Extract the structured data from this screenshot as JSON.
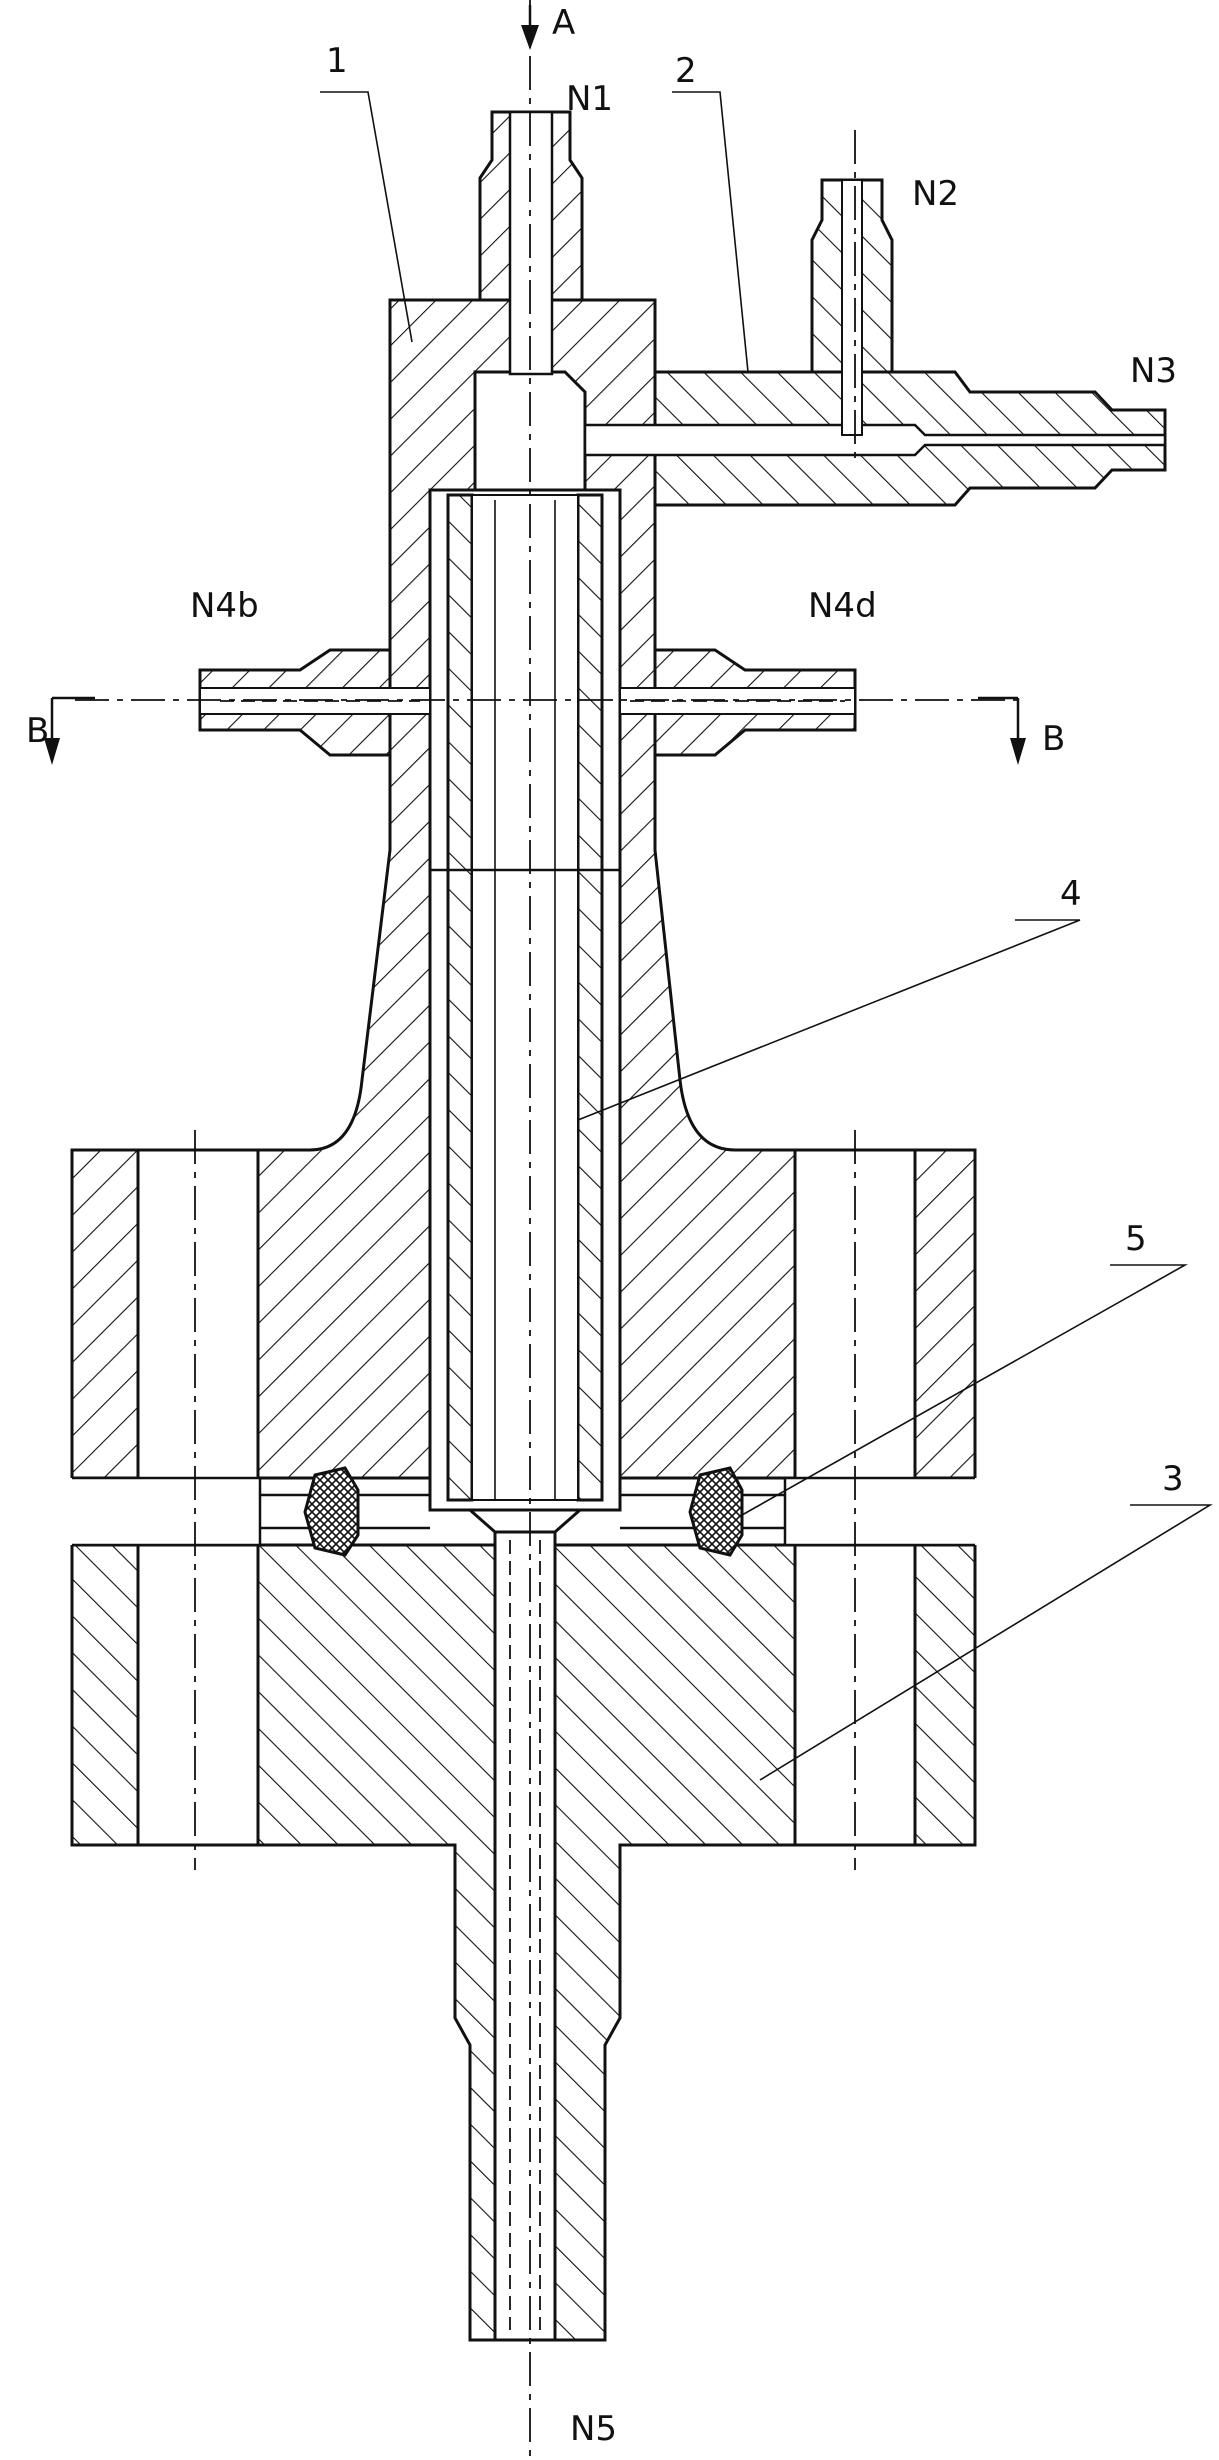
{
  "labels": {
    "view_a": "A",
    "n1": "N1",
    "n2": "N2",
    "n3": "N3",
    "n4b": "N4b",
    "n4d": "N4d",
    "n5": "N5",
    "section_b_left": "B",
    "section_b_right": "B",
    "part_1": "1",
    "part_2": "2",
    "part_3": "3",
    "part_4": "4",
    "part_5": "5"
  }
}
